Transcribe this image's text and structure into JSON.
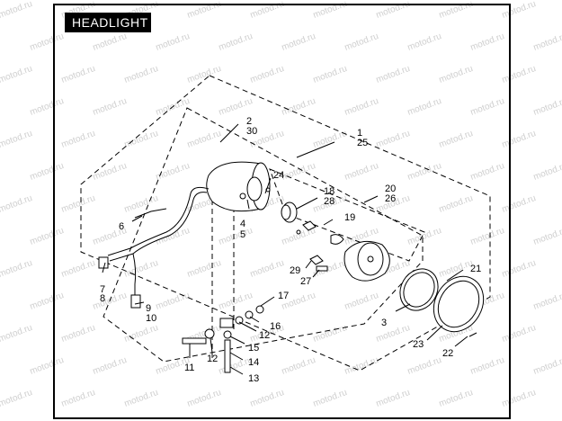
{
  "title": "HEADLIGHT",
  "watermark": "motod.ru",
  "callouts": [
    {
      "id": "c1",
      "text": "1"
    },
    {
      "id": "c25",
      "text": "25"
    },
    {
      "id": "c2",
      "text": "2"
    },
    {
      "id": "c30",
      "text": "30"
    },
    {
      "id": "c24",
      "text": "24"
    },
    {
      "id": "c18",
      "text": "18"
    },
    {
      "id": "c28",
      "text": "28"
    },
    {
      "id": "c20",
      "text": "20"
    },
    {
      "id": "c26",
      "text": "26"
    },
    {
      "id": "c19",
      "text": "19"
    },
    {
      "id": "c4",
      "text": "4"
    },
    {
      "id": "c5",
      "text": "5"
    },
    {
      "id": "c6",
      "text": "6"
    },
    {
      "id": "c7",
      "text": "7"
    },
    {
      "id": "c8",
      "text": "8"
    },
    {
      "id": "c9",
      "text": "9"
    },
    {
      "id": "c10",
      "text": "10"
    },
    {
      "id": "c29",
      "text": "29"
    },
    {
      "id": "c27",
      "text": "27"
    },
    {
      "id": "c21",
      "text": "21"
    },
    {
      "id": "c17",
      "text": "17"
    },
    {
      "id": "c16",
      "text": "16"
    },
    {
      "id": "c12a",
      "text": "12"
    },
    {
      "id": "c15",
      "text": "15"
    },
    {
      "id": "c3",
      "text": "3"
    },
    {
      "id": "c23",
      "text": "23"
    },
    {
      "id": "c22",
      "text": "22"
    },
    {
      "id": "c11",
      "text": "11"
    },
    {
      "id": "c12b",
      "text": "12"
    },
    {
      "id": "c14",
      "text": "14"
    },
    {
      "id": "c13",
      "text": "13"
    }
  ]
}
